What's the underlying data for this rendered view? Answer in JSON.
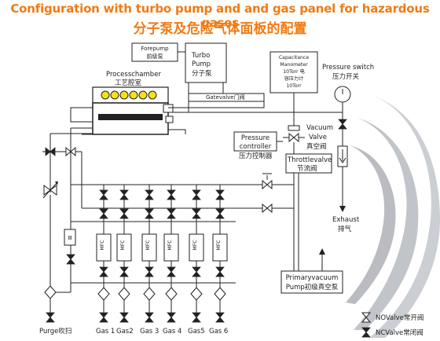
{
  "title": {
    "en": "Configuration with turbo pump and and gas panel for hazardous gases",
    "zh": "分子泵及危险气体面板的配置"
  },
  "labels": {
    "forepump": "Forepump",
    "forepump_zh": "前级泵",
    "turbo_1": "Turbo",
    "turbo_2": "Pump",
    "turbo_zh": "分子泵",
    "process_chamber": "Processchamber",
    "process_chamber_zh": "工艺腔室",
    "gatevalve": "Gatevalve门阀",
    "capacitance_1": "Capacitance",
    "capacitance_2": "Manometer",
    "capacitance_3": "10Torr 电",
    "capacitance_4": "容压力计",
    "capacitance_5": "10Torr",
    "pressure_switch": "Pressure switch",
    "pressure_switch_zh": "压力开关",
    "vacuum_valve_1": "Vacuum",
    "vacuum_valve_2": "Valve",
    "vacuum_valve_zh": "真空阀",
    "pressure_controller_1": "Pressure",
    "pressure_controller_2": "controller",
    "pressure_controller_zh": "压力控制器",
    "throttle_valve": "Throttlevalve",
    "throttle_valve_zh": "节流阀",
    "exhaust": "Exhaust",
    "exhaust_zh": "排气",
    "primary_vacuum": "Primaryvacuum",
    "primary_vacuum_zh": "Pump初级真空泵",
    "mfc": "MFC",
    "filter": "Ⅲ",
    "purge": "Purge吹扫",
    "gases": [
      "Gas 1",
      "Gas2",
      "Gas 3",
      "Gas 4",
      "Gas5",
      "Gas 6"
    ],
    "no_valve": "NOValve常开阀",
    "nc_valve": "NCValve常闭阀"
  },
  "colors": {
    "title": "#f27a12",
    "lamp": "#f5e11a",
    "line": "#222222",
    "swirl": "#b9bcc2"
  }
}
